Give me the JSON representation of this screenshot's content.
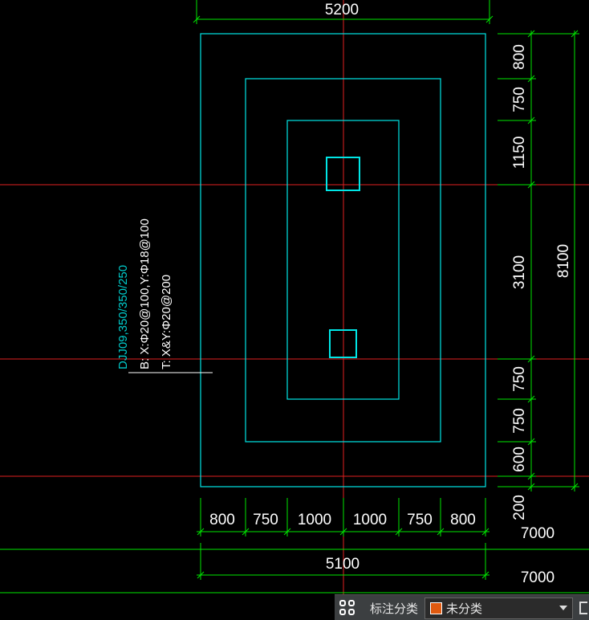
{
  "drawing": {
    "top_dimension": "5200",
    "right_segments": [
      "800",
      "750",
      "1150",
      "3100",
      "750",
      "750",
      "600",
      "200"
    ],
    "right_total": "8100",
    "bottom_segments": [
      "800",
      "750",
      "1000",
      "1000",
      "750",
      "800"
    ],
    "bottom_total": "5100",
    "axis_spacing_1": "7000",
    "axis_spacing_2": "7000",
    "annotation": {
      "name": "DJJ09,350/350/250",
      "bottom_rebar": "B: X:Φ20@100,Y:Φ18@100",
      "top_rebar": "T: X&Y:Φ20@200"
    },
    "colors": {
      "background": "#000000",
      "outline": "#00e6e6",
      "axis": "#e02020",
      "dimension": "#00e600",
      "text": "#ffffff",
      "label": "#00cccc"
    }
  },
  "statusbar": {
    "label": "标注分类",
    "select_value": "未分类",
    "swatch_color": "#e05a10"
  }
}
